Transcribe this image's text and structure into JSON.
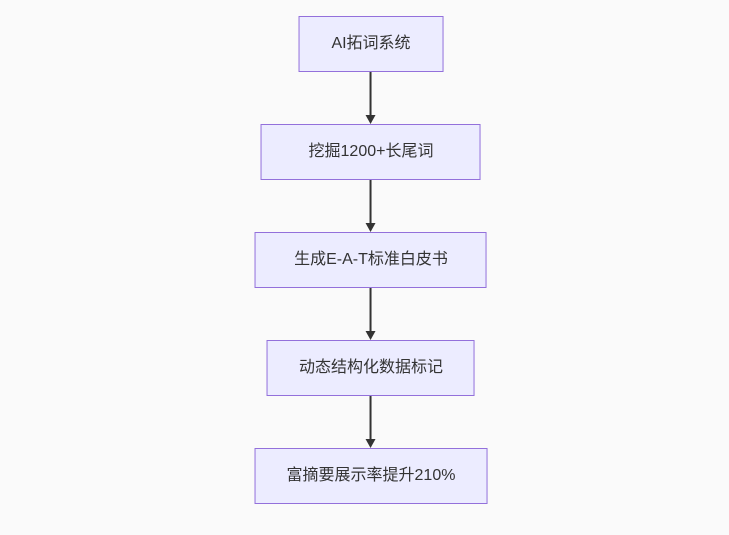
{
  "diagram": {
    "type": "flowchart",
    "direction": "top-down",
    "colors": {
      "node_fill": "#ECECFF",
      "node_border": "#9370DB",
      "arrow": "#333333",
      "text": "#333333",
      "background": "#fafafa"
    },
    "nodes": [
      {
        "id": "step-1",
        "label": "AI拓词系统"
      },
      {
        "id": "step-2",
        "label": "挖掘1200+长尾词"
      },
      {
        "id": "step-3",
        "label": "生成E-A-T标准白皮书"
      },
      {
        "id": "step-4",
        "label": "动态结构化数据标记"
      },
      {
        "id": "step-5",
        "label": "富摘要展示率提升210%"
      }
    ],
    "edges": [
      {
        "from": "step-1",
        "to": "step-2"
      },
      {
        "from": "step-2",
        "to": "step-3"
      },
      {
        "from": "step-3",
        "to": "step-4"
      },
      {
        "from": "step-4",
        "to": "step-5"
      }
    ]
  }
}
